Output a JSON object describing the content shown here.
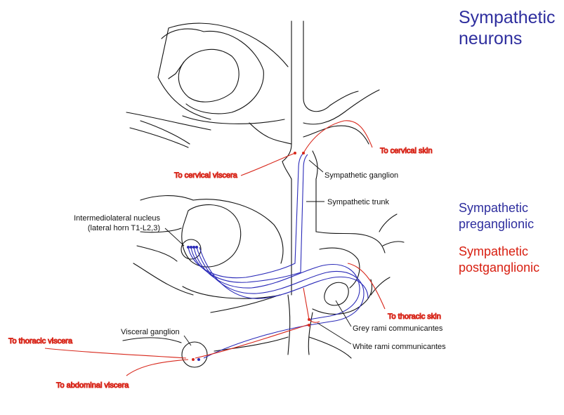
{
  "title": {
    "line1": "Sympathetic",
    "line2": "neurons"
  },
  "legend": {
    "preganglionic": [
      "Sympathetic",
      "preganglionic"
    ],
    "postganglionic": [
      "Sympathetic",
      "postganglionic"
    ]
  },
  "labels": {
    "to_cervical_skin": "To cervical skin",
    "to_cervical_viscera": "To cervical viscera",
    "sympathetic_ganglion": "Sympathetic ganglion",
    "sympathetic_trunk": "Sympathetic trunk",
    "intermediolateral_line1": "Intermediolateral nucleus",
    "intermediolateral_line2": "(lateral horn T1-L2,3)",
    "to_thoracic_skin": "To thoracic skin",
    "grey_rami": "Grey rami communicantes",
    "white_rami": "White rami communicantes",
    "visceral_ganglion": "Visceral ganglion",
    "to_thoracic_viscera": "To thoracic viscera",
    "to_abdominal_viscera": "To abdominal viscera"
  },
  "colors": {
    "preganglionic": "#2a2ab8",
    "postganglionic": "#d8281c",
    "title": "#2e2e9e"
  }
}
